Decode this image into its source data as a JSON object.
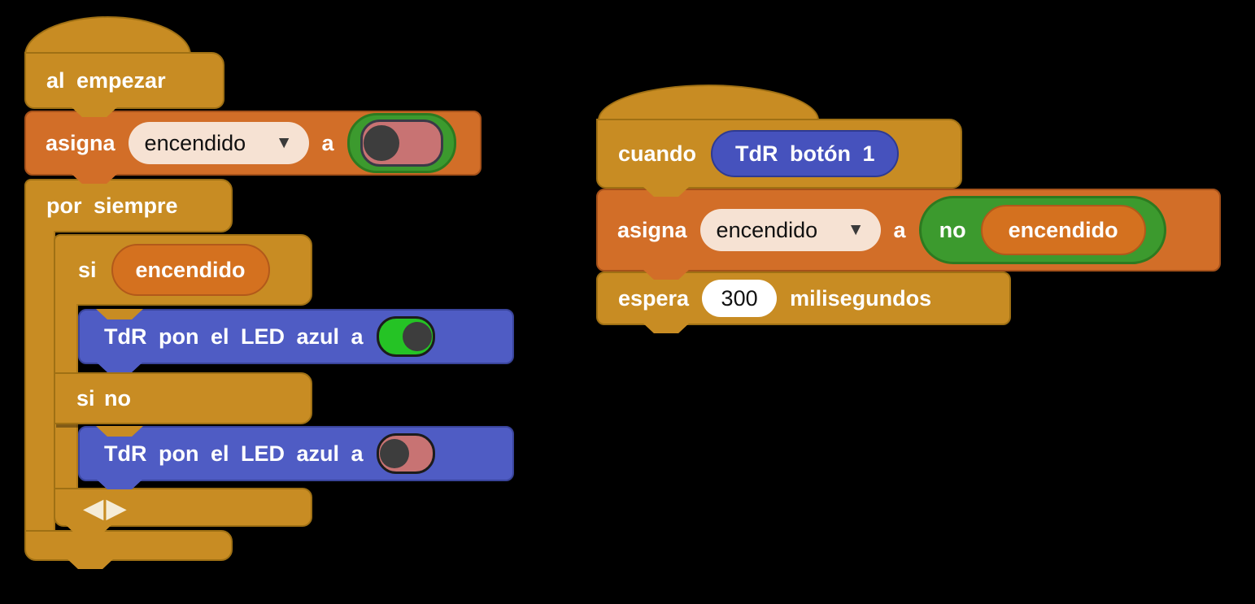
{
  "background": "#000000",
  "palette": {
    "control_gold": "#c88c23",
    "variable_orange": "#d26e28",
    "extension_blue": "#4f5cc4",
    "operator_green": "#3c9a2e",
    "toggle_on_green": "#25c325",
    "toggle_off_red": "#c87373",
    "knob_gray": "#3d3d3d",
    "dropdown_cream": "#f6e2d3",
    "input_white": "#ffffff"
  },
  "scripts": {
    "left": {
      "hat": {
        "label": "al empezar"
      },
      "set": {
        "label_set": "asigna",
        "variable": "encendido",
        "dropdown_arrow": "▼",
        "label_to": "a",
        "toggle_state": "off"
      },
      "forever": {
        "label": "por siempre"
      },
      "if": {
        "label": "si",
        "condition": "encendido"
      },
      "then": {
        "text": "TdR pon el LED azul a",
        "toggle_state": "on"
      },
      "else": {
        "label": "si no"
      },
      "else_action": {
        "text": "TdR pon el LED azul a",
        "toggle_state": "off"
      },
      "arrows": {
        "left": "◀",
        "right": "▶"
      }
    },
    "right": {
      "hat": {
        "label": "cuando",
        "event": "TdR botón 1"
      },
      "set": {
        "label_set": "asigna",
        "variable": "encendido",
        "dropdown_arrow": "▼",
        "label_to": "a",
        "not_label": "no",
        "operand": "encendido"
      },
      "wait": {
        "label": "espera",
        "value": "300",
        "unit": "milisegundos"
      }
    }
  }
}
